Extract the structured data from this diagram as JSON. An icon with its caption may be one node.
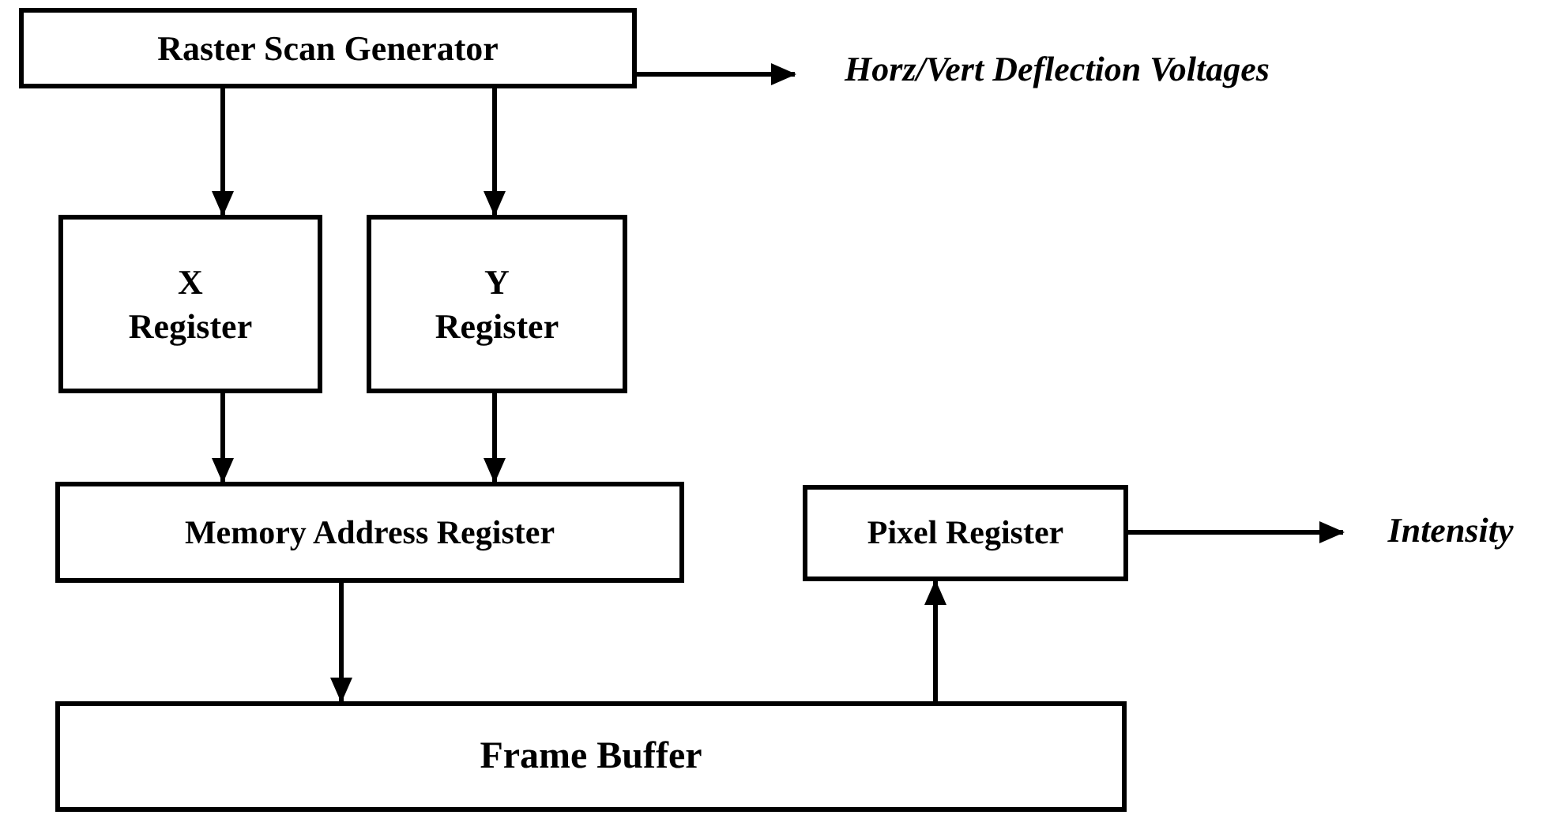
{
  "diagram": {
    "nodes": [
      {
        "text": [
          "Raster Scan Generator"
        ]
      },
      {
        "text": [
          "X Register"
        ]
      },
      {
        "text": [
          "Y Register"
        ]
      },
      {
        "text": [
          "Memory Address Register"
        ]
      },
      {
        "text": [
          "Pixel Register"
        ]
      },
      {
        "text": [
          "Frame Buffer"
        ]
      },
      {
        "text": [
          "Horz/Vert Deflection Voltages"
        ]
      },
      {
        "text": [
          "Intensity"
        ]
      }
    ],
    "edges": [
      {
        "from": 0,
        "to": 6,
        "arrow": "to"
      },
      {
        "from": 0,
        "to": 1,
        "arrow": "to"
      },
      {
        "from": 0,
        "to": 2,
        "arrow": "to"
      },
      {
        "from": 1,
        "to": 3,
        "arrow": "to"
      },
      {
        "from": 2,
        "to": 3,
        "arrow": "to"
      },
      {
        "from": 4,
        "to": 7,
        "arrow": "to"
      },
      {
        "from": 3,
        "to": 5,
        "arrow": "to"
      },
      {
        "from": 5,
        "to": 4,
        "arrow": "to"
      }
    ]
  }
}
